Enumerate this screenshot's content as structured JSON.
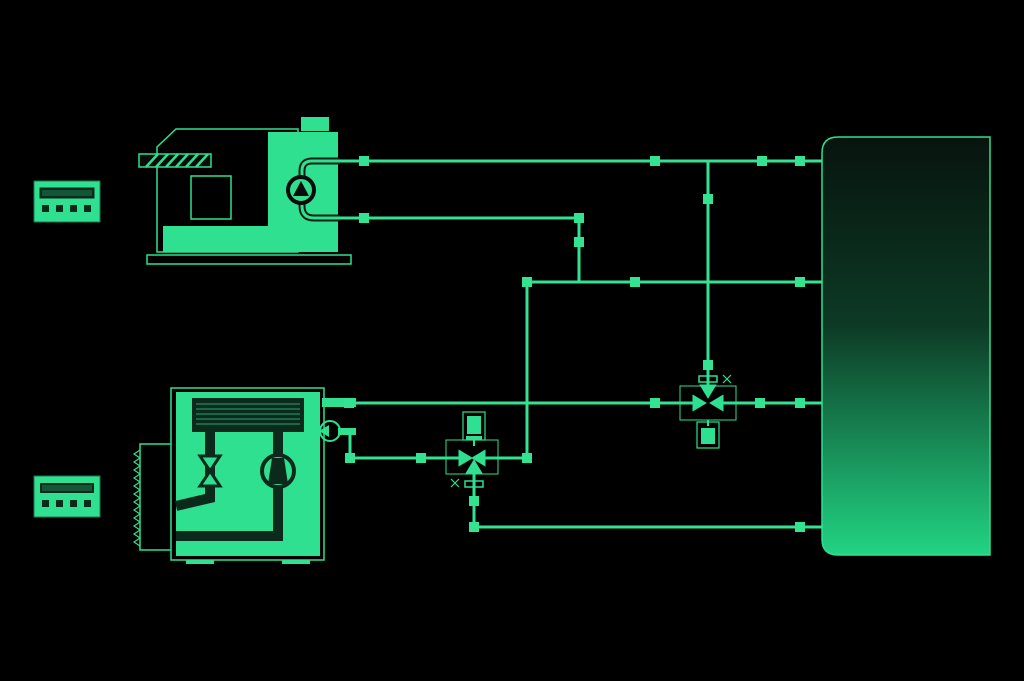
{
  "diagram": {
    "kind": "hydronic schematic",
    "labels": []
  },
  "colors": {
    "background": "#000000",
    "primary": "#2ee08f",
    "pipe": "#33e391",
    "tank_top": "#0a2418",
    "tank_bottom": "#1fcf80",
    "dark_fill": "#0c2a1c",
    "bright_fill": "#3cf59e"
  },
  "components": {
    "controllers": [
      "controller-top",
      "controller-bottom"
    ],
    "boiler": "boiler-unit",
    "heat_pump": "heat-pump-unit",
    "storage_tank": "buffer-tank",
    "valves": [
      "mixing-valve-left",
      "mixing-valve-right"
    ],
    "icons": [
      "pump-icon",
      "expansion-valve-icon",
      "compressor-icon",
      "actuator-icon",
      "close-mark-icon"
    ]
  }
}
